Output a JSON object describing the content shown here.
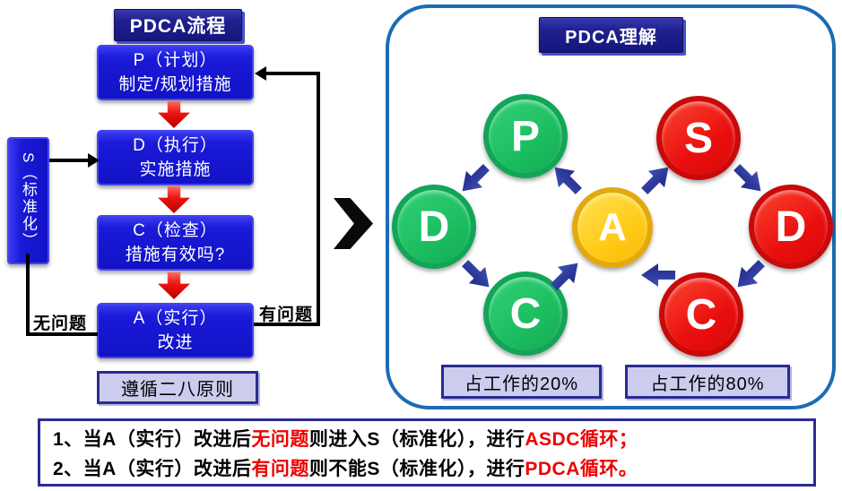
{
  "left_flow": {
    "title": "PDCA流程",
    "steps": [
      {
        "line1": "P（计划）",
        "line2": "制定/规划措施"
      },
      {
        "line1": "D（执行）",
        "line2": "实施措施"
      },
      {
        "line1": "C（检查）",
        "line2": "措施有效吗?"
      },
      {
        "line1": "A（实行）",
        "line2": "改进"
      }
    ],
    "standardize_box": "S（标准化）",
    "no_problem_label": "无问题",
    "has_problem_label": "有问题",
    "principle_label": "遵循二八原则"
  },
  "transition": {
    "chevron_icon": "black-right-chevron"
  },
  "right_panel": {
    "title": "PDCA理解",
    "pdca_cycle": {
      "circles": [
        {
          "letter": "P",
          "color": "#1cbd60"
        },
        {
          "letter": "D",
          "color": "#1cbd60"
        },
        {
          "letter": "C",
          "color": "#1cbd60"
        }
      ],
      "share_label": "占工作的20%"
    },
    "center_circle": {
      "letter": "A",
      "color": "#ffc913"
    },
    "asdc_cycle": {
      "circles": [
        {
          "letter": "S",
          "color": "#ea0f0f"
        },
        {
          "letter": "D",
          "color": "#ea0f0f"
        },
        {
          "letter": "C",
          "color": "#ea0f0f"
        }
      ],
      "share_label": "占工作的80%"
    }
  },
  "notes": {
    "line1": {
      "t1": "1、当A（实行）改进后",
      "r1": "无问题",
      "t2": "则进入S（标准化），进行",
      "r2": "ASDC循环；"
    },
    "line2": {
      "t1": "2、当A（实行）改进后",
      "r1": "有问题",
      "t2": "则不能S（标准化），进行",
      "r2": "PDCA循环。"
    }
  },
  "colors": {
    "flow_box_blue": "#1515d0",
    "title_navy": "#20208f",
    "panel_border_blue": "#1b6cb5",
    "cycle_green": "#1cbd60",
    "cycle_red": "#ea0f0f",
    "center_yellow": "#ffc913",
    "arrow_red": "#ee1111",
    "arrow_navy": "#2b3799",
    "label_lavender": "#ccccee",
    "note_border_navy": "#2b2b94",
    "highlight_red": "#ee0000"
  }
}
